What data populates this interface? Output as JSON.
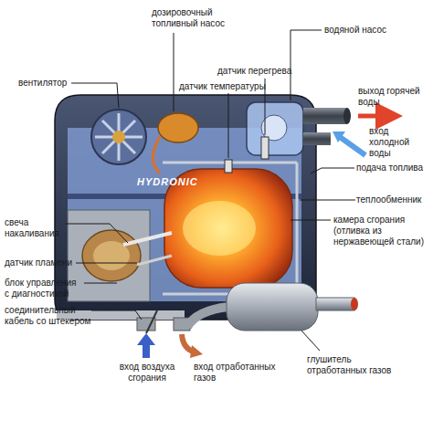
{
  "diagram": {
    "labels": [
      "дозировочный топливный насос",
      "вентилятор",
      "водяной насос",
      "датчик перегрева",
      "датчик температуры",
      "выход горячей воды",
      "вход холодной воды",
      "подача топлива",
      "теплообменник",
      "камера сгорания (отливка из нержавеющей стали)",
      "свеча накаливания",
      "датчик пламени",
      "блок управления с диагностикой",
      "соединительный кабель со штекером",
      "вход воздуха сгорания",
      "вход отработанных газов",
      "глушитель отработанных газов",
      "HYDRONIC"
    ]
  }
}
